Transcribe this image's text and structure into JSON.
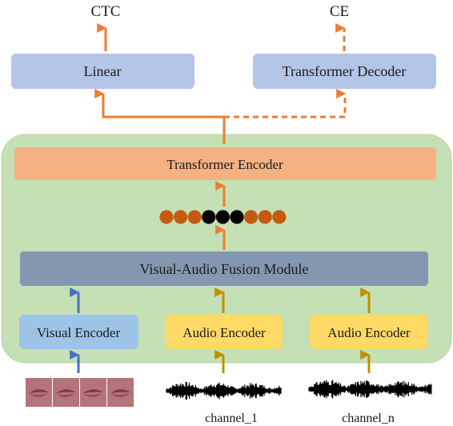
{
  "outputs": {
    "ctc": "CTC",
    "ce": "CE"
  },
  "top_boxes": {
    "linear": "Linear",
    "decoder": "Transformer Decoder"
  },
  "encoder_box": "Transformer Encoder",
  "fusion_box": "Visual-Audio Fusion Module",
  "encoders": {
    "visual": "Visual Encoder",
    "audio_1": "Audio Encoder",
    "audio_n": "Audio Encoder"
  },
  "inputs": {
    "channel_1": "channel_1",
    "channel_n": "channel_n"
  },
  "token_sequence": [
    "orange",
    "orange",
    "orange",
    "black",
    "black",
    "black",
    "orange",
    "orange",
    "orange"
  ],
  "colors": {
    "top_box_fill": "#b4c6e7",
    "encoder_fill": "#f4b183",
    "fusion_fill": "#8497b0",
    "visual_encoder_fill": "#9dc3e6",
    "audio_encoder_fill": "#ffd966",
    "panel_fill": "#c5e0b4",
    "orange_arrow": "#ed7d31",
    "blue_arrow": "#4472c4",
    "gold_arrow": "#bf9000",
    "token_orange": "#c55a11",
    "token_black": "#000000"
  }
}
